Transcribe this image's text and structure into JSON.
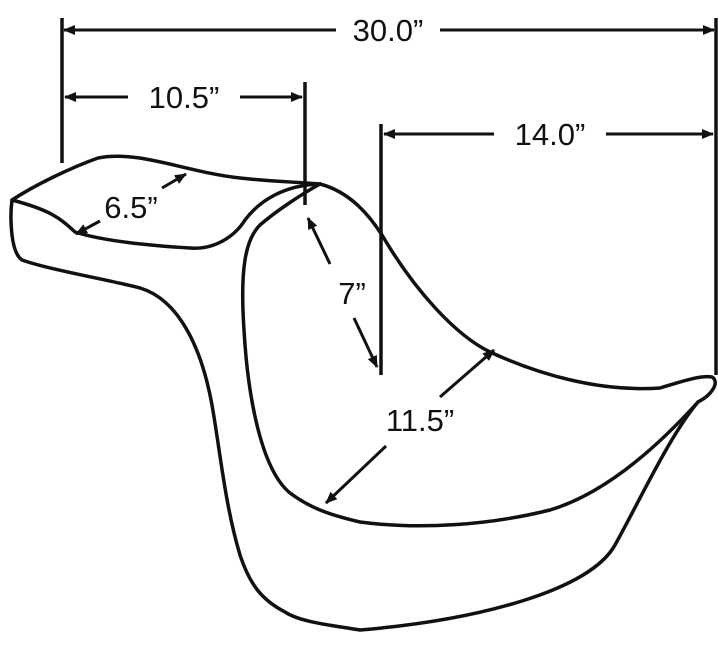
{
  "dimensions": {
    "overall_length": "30.0”",
    "front_seat_length": "10.5”",
    "rear_section_length": "14.0”",
    "front_seat_width": "6.5”",
    "seat_depth": "7”",
    "rear_seat_width": "11.5”"
  },
  "colors": {
    "line": "#111111",
    "background": "#ffffff"
  }
}
